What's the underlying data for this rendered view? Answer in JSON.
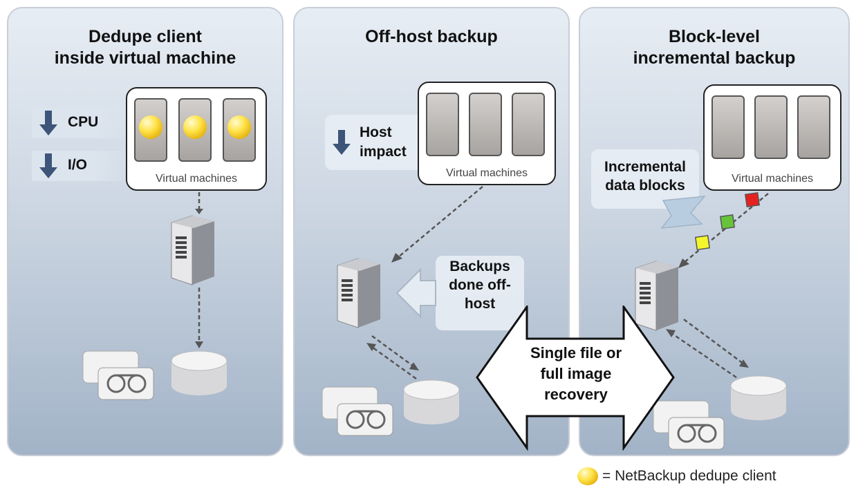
{
  "panels": [
    {
      "title_line1": "Dedupe client",
      "title_line2": "inside virtual machine"
    },
    {
      "title_line1": "Off-host backup"
    },
    {
      "title_line1": "Block-level",
      "title_line2": "incremental backup"
    }
  ],
  "vm_label": "Virtual machines",
  "panel1": {
    "metric_cpu": "CPU",
    "metric_io": "I/O"
  },
  "panel2": {
    "impact_line1": "Host",
    "impact_line2": "impact",
    "backups_line1": "Backups",
    "backups_line2": "done off-",
    "backups_line3": "host"
  },
  "panel3": {
    "blocks_line1": "Incremental",
    "blocks_line2": "data blocks"
  },
  "recovery": {
    "line1": "Single file or",
    "line2": "full image",
    "line3": "recovery"
  },
  "legend": {
    "text": "= NetBackup dedupe client"
  },
  "colors": {
    "block_red": "#e52222",
    "block_green": "#66c33a",
    "block_yellow": "#f4f52a",
    "arrow_blue": "#3c5578"
  }
}
